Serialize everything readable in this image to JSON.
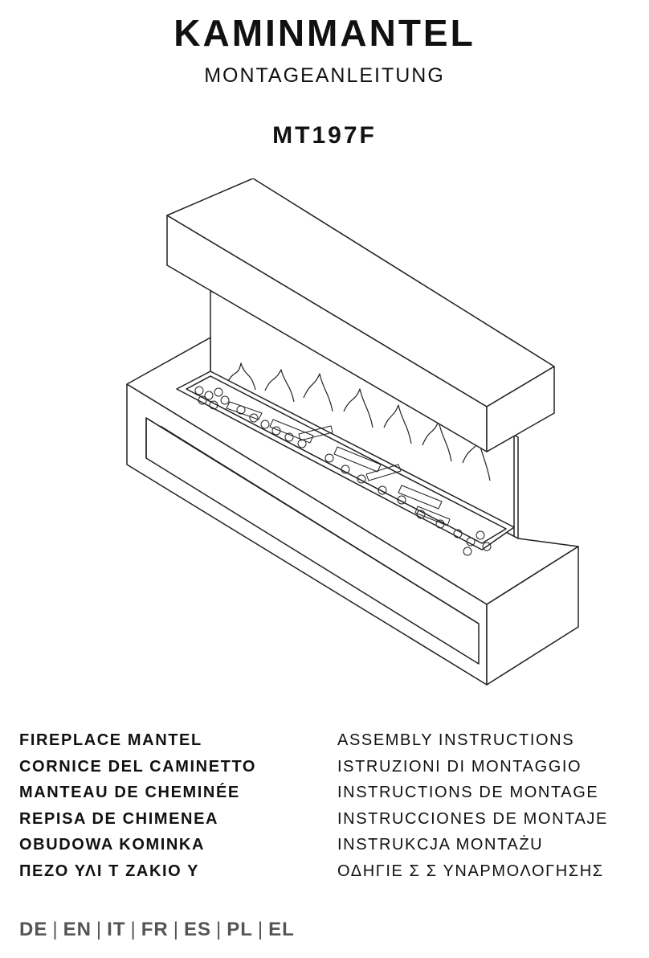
{
  "header": {
    "title": "KAMINMANTEL",
    "subtitle": "MONTAGEANLEITUNG",
    "model": "MT197F"
  },
  "illustration": {
    "icon": "fireplace-mantel-drawing"
  },
  "translations": [
    {
      "name": "FIREPLACE MANTEL",
      "instructions": "ASSEMBLY INSTRUCTIONS"
    },
    {
      "name": "CORNICE DEL CAMINETTO",
      "instructions": "ISTRUZIONI DI MONTAGGIO"
    },
    {
      "name": "MANTEAU DE CHEMINÉE",
      "instructions": "INSTRUCTIONS DE MONTAGE"
    },
    {
      "name": "REPISA DE CHIMENEA",
      "instructions": "INSTRUCCIONES DE MONTAJE"
    },
    {
      "name": "OBUDOWA KOMINKA",
      "instructions": "INSTRUKCJA MONTAŻU"
    },
    {
      "name": "ΠΕΖΟ ΥΛΙ Τ ΖΑΚΙΟ Υ",
      "instructions": "ΟΔΗΓΙΕ Σ Σ ΥΝΑΡΜΟΛΟΓΗΣΗΣ"
    }
  ],
  "languages": [
    "DE",
    "EN",
    "IT",
    "FR",
    "ES",
    "PL",
    "EL"
  ],
  "language_separator": "|"
}
